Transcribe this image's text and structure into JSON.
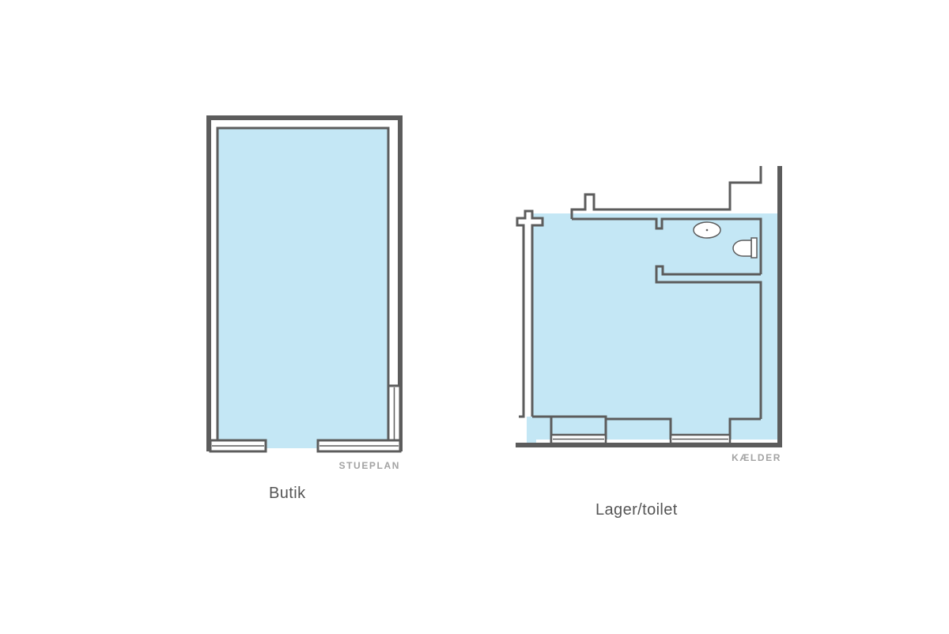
{
  "plans": [
    {
      "floor_tag": "STUEPLAN",
      "room_label": "Butik"
    },
    {
      "floor_tag": "KÆLDER",
      "room_label": "Lager/toilet"
    }
  ],
  "colors": {
    "room_fill": "#c4e7f5",
    "wall": "#5c5c5c",
    "window_frame": "#5c5c5c",
    "tag_text": "#a3a3a3",
    "label_text": "#555555"
  }
}
